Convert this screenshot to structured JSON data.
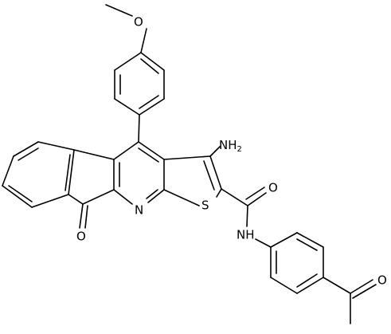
{
  "labels": {
    "methoxy_o": "O",
    "amino": "NH",
    "amino_subscript": "2",
    "amide_o": "O",
    "ring_n": "N",
    "thiophene_s": "S",
    "ketone_o": "O",
    "amide_nh": "NH",
    "acetyl_o": "O"
  }
}
